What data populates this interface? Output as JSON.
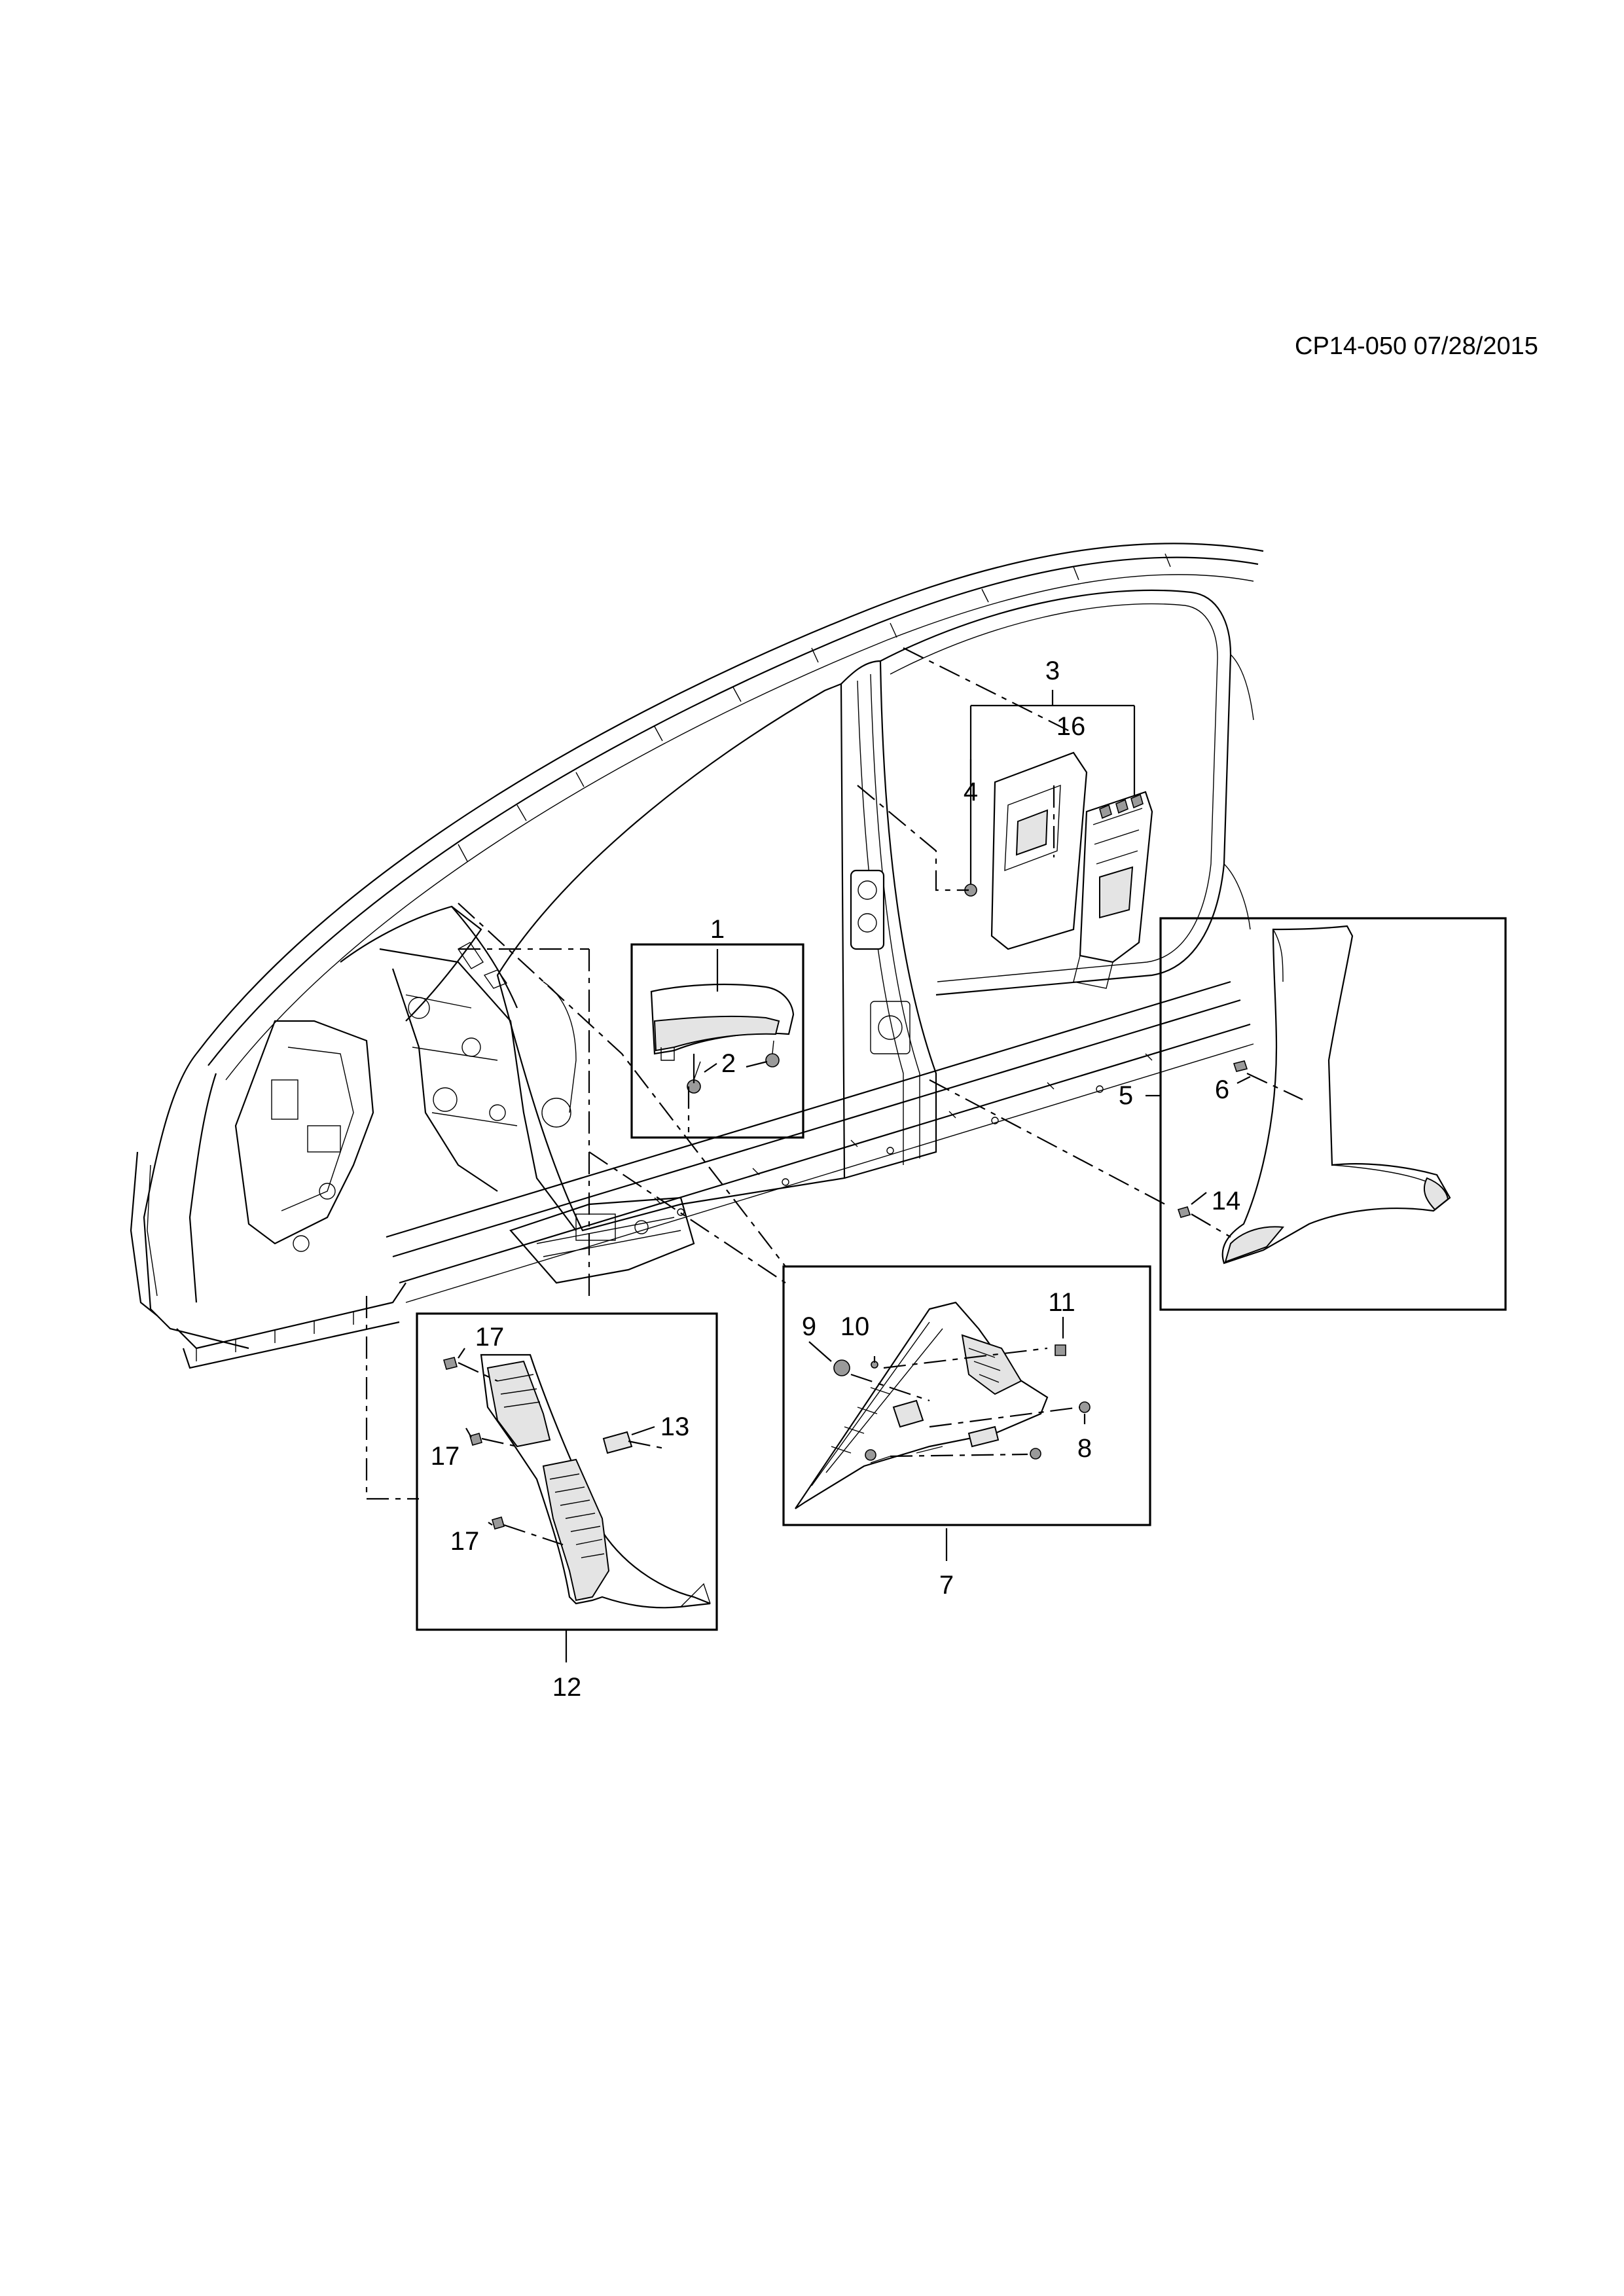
{
  "document_id": "CP14-050 07/28/2015",
  "callouts": [
    {
      "id": "c1",
      "label": "1"
    },
    {
      "id": "c2",
      "label": "2"
    },
    {
      "id": "c3",
      "label": "3"
    },
    {
      "id": "c16",
      "label": "16"
    },
    {
      "id": "c4",
      "label": "4"
    },
    {
      "id": "c5",
      "label": "5"
    },
    {
      "id": "c6",
      "label": "6"
    },
    {
      "id": "c14",
      "label": "14"
    },
    {
      "id": "c7",
      "label": "7"
    },
    {
      "id": "c8",
      "label": "8"
    },
    {
      "id": "c9",
      "label": "9"
    },
    {
      "id": "c10",
      "label": "10"
    },
    {
      "id": "c11",
      "label": "11"
    },
    {
      "id": "c12",
      "label": "12"
    },
    {
      "id": "c13",
      "label": "13"
    },
    {
      "id": "c17a",
      "label": "17"
    },
    {
      "id": "c17b",
      "label": "17"
    },
    {
      "id": "c17c",
      "label": "17"
    }
  ]
}
